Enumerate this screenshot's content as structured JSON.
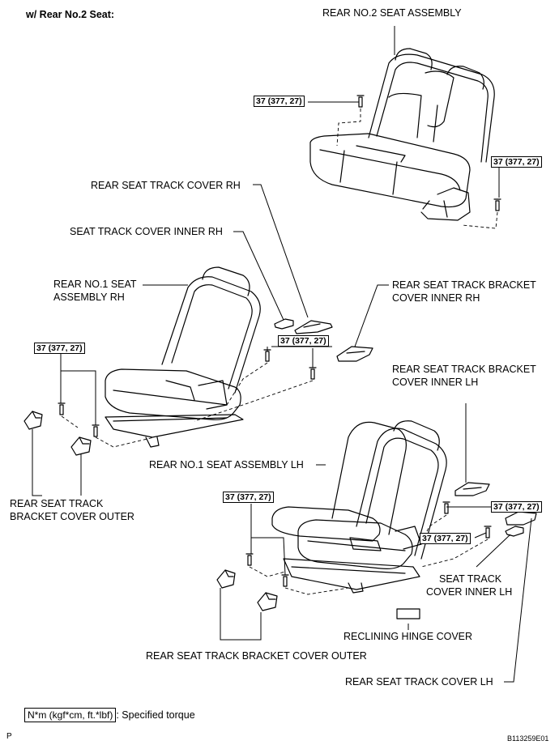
{
  "heading": "w/ Rear No.2 Seat:",
  "labels": {
    "rear_no2_seat_assembly": "REAR NO.2 SEAT ASSEMBLY",
    "rear_seat_track_cover_rh": "REAR SEAT TRACK COVER RH",
    "seat_track_cover_inner_rh": "SEAT TRACK COVER INNER RH",
    "rear_no1_seat_assembly_rh_line1": "REAR NO.1 SEAT",
    "rear_no1_seat_assembly_rh_line2": "ASSEMBLY RH",
    "bracket_cover_inner_rh_line1": "REAR SEAT TRACK BRACKET",
    "bracket_cover_inner_rh_line2": "COVER INNER RH",
    "bracket_cover_inner_lh_line1": "REAR SEAT TRACK BRACKET",
    "bracket_cover_inner_lh_line2": "COVER INNER LH",
    "rear_no1_seat_assembly_lh": "REAR NO.1 SEAT ASSEMBLY LH",
    "bracket_cover_outer_left_line1": "REAR SEAT TRACK",
    "bracket_cover_outer_left_line2": "BRACKET COVER OUTER",
    "seat_track_cover_inner_lh_line1": "SEAT TRACK",
    "seat_track_cover_inner_lh_line2": "COVER INNER LH",
    "reclining_hinge_cover": "RECLINING HINGE COVER",
    "bracket_cover_outer_bottom": "REAR SEAT TRACK BRACKET COVER OUTER",
    "rear_seat_track_cover_lh": "REAR SEAT TRACK COVER LH"
  },
  "torque": {
    "t1": "37 (377, 27)",
    "t2": "37 (377, 27)",
    "t3": "37 (377, 27)",
    "t4": "37 (377, 27)",
    "t5": "37 (377, 27)",
    "t6": "37 (377, 27)",
    "t7": "37 (377, 27)"
  },
  "legend": {
    "unit": "N*m (kgf*cm, ft.*lbf)",
    "description": ": Specified torque"
  },
  "footer": {
    "left": "P",
    "code": "B113259E01"
  }
}
